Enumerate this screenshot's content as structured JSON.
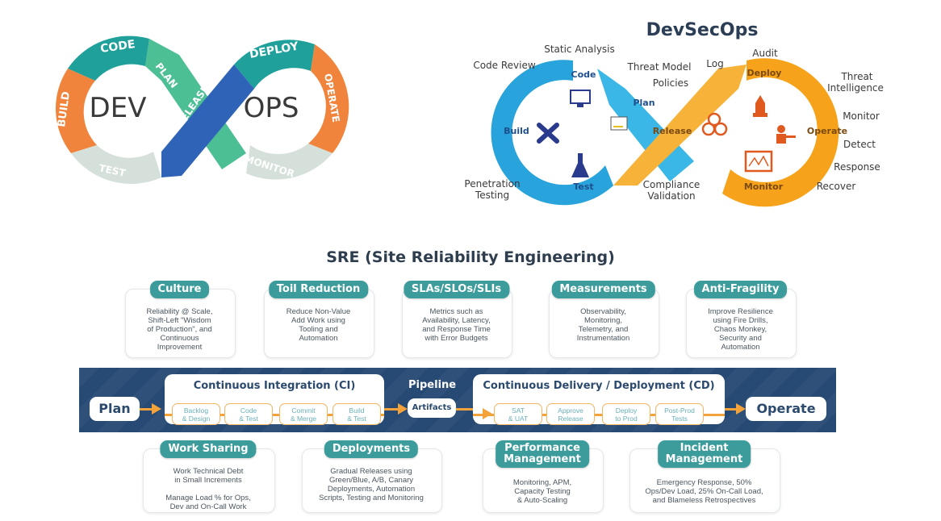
{
  "devops": {
    "center_left": "DEV",
    "center_right": "OPS",
    "stages": [
      "PLAN",
      "CODE",
      "BUILD",
      "TEST",
      "RELEASE",
      "DEPLOY",
      "OPERATE",
      "MONITOR"
    ],
    "colors": {
      "teal": "#1fa09a",
      "mint": "#4cbf94",
      "orange": "#f0843c",
      "gray": "#d6e0da",
      "blue": "#2f63b8"
    }
  },
  "devsecops": {
    "title": "DevSecOps",
    "dev_loop": [
      "Code",
      "Build",
      "Test",
      "Plan"
    ],
    "ops_loop": [
      "Release",
      "Deploy",
      "Operate",
      "Monitor"
    ],
    "annotations": {
      "static_analysis": "Static Analysis",
      "code_review": "Code Review",
      "threat_model": "Threat Model",
      "policies": "Policies",
      "log": "Log",
      "audit": "Audit",
      "threat_intel_1": "Threat",
      "threat_intel_2": "Intelligence",
      "monitor": "Monitor",
      "detect": "Detect",
      "response": "Response",
      "recover": "Recover",
      "pen_1": "Penetration",
      "pen_2": "Testing",
      "compliance_1": "Compliance",
      "compliance_2": "Validation"
    },
    "colors": {
      "blue": "#29a3dc",
      "orange": "#f6a21a"
    }
  },
  "sre": {
    "title": "SRE (Site Reliability Engineering)",
    "top_cards": [
      {
        "title": "Culture",
        "body": "Reliability @ Scale,\nShift-Left \"Wisdom\nof Production\", and\nContinuous\nImprovement"
      },
      {
        "title": "Toil Reduction",
        "body": "Reduce Non-Value\nAdd Work using\nTooling and\nAutomation"
      },
      {
        "title": "SLAs/SLOs/SLIs",
        "body": "Metrics such as\nAvailability, Latency,\nand Response Time\nwith Error Budgets"
      },
      {
        "title": "Measurements",
        "body": "Observability,\nMonitoring,\nTelemetry, and\nInstrumentation"
      },
      {
        "title": "Anti-Fragility",
        "body": "Improve Resilience\nusing Fire Drills,\nChaos Monkey,\nSecurity and\nAutomation"
      }
    ],
    "bottom_cards": [
      {
        "title": "Work Sharing",
        "body": "Work Technical Debt\nin Small Increments\n\nManage Load % for Ops,\nDev and On-Call Work"
      },
      {
        "title": "Deployments",
        "body": "Gradual Releases using\nGreen/Blue, A/B, Canary\nDeployments, Automation\nScripts, Testing and Monitoring"
      },
      {
        "title": "Performance\nManagement",
        "body": "Monitoring, APM,\nCapacity Testing\n& Auto-Scaling"
      },
      {
        "title": "Incident\nManagement",
        "body": "Emergency Response, 50%\nOps/Dev Load, 25% On-Call Load,\nand Blameless Retrospectives"
      }
    ],
    "pipeline": {
      "start": "Plan",
      "end": "Operate",
      "ci_title": "Continuous Integration (CI)",
      "ci_steps": [
        "Backlog\n& Design",
        "Code\n& Test",
        "Commit\n& Merge",
        "Build\n& Test"
      ],
      "pipeline_label": "Pipeline",
      "artifacts": "Artifacts",
      "cd_title": "Continuous Delivery / Deployment (CD)",
      "cd_steps": [
        "SAT\n& UAT",
        "Approve\nRelease",
        "Deploy\nto Prod",
        "Post-Prod\nTests"
      ]
    },
    "colors": {
      "pill": "#3c9c9c",
      "band": "#274a74",
      "arrow": "#f3a33a"
    }
  }
}
